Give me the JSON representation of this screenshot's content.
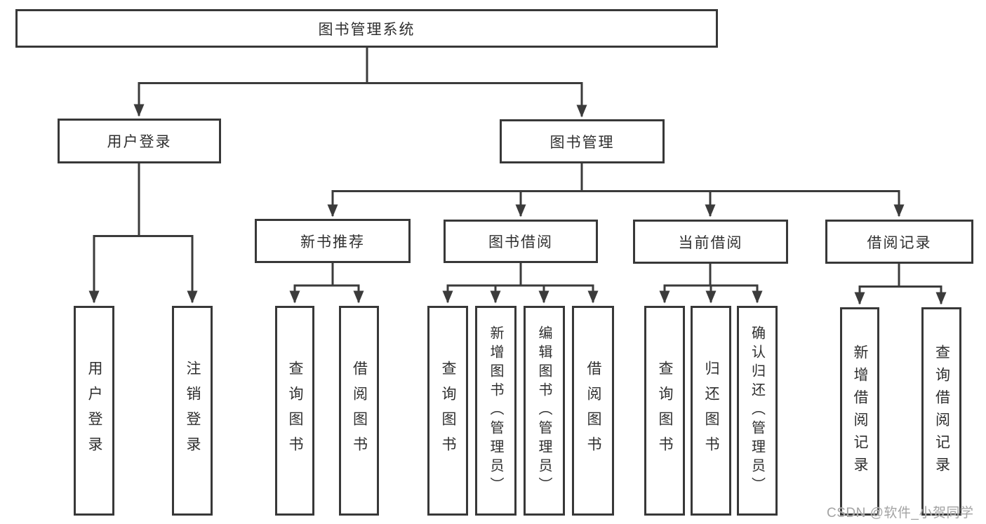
{
  "palette": {
    "line_color": "#3b3b3b",
    "box_border_color": "#383838",
    "text_color": "#2f2f2f",
    "watermark_color": "#a3a3a3",
    "background": "#ffffff"
  },
  "diagram": {
    "root": {
      "label": "图书管理系统"
    },
    "branches": [
      {
        "label": "用户登录",
        "children": [
          {
            "label": "用户登录"
          },
          {
            "label": "注销登录"
          }
        ]
      },
      {
        "label": "图书管理",
        "groups": [
          {
            "label": "新书推荐",
            "children": [
              {
                "label": "查询图书"
              },
              {
                "label": "借阅图书"
              }
            ]
          },
          {
            "label": "图书借阅",
            "children": [
              {
                "label": "查询图书"
              },
              {
                "label": "新增图书（管理员）"
              },
              {
                "label": "编辑图书（管理员）"
              },
              {
                "label": "借阅图书"
              }
            ]
          },
          {
            "label": "当前借阅",
            "children": [
              {
                "label": "查询图书"
              },
              {
                "label": "归还图书"
              },
              {
                "label": "确认归还（管理员）"
              }
            ]
          },
          {
            "label": "借阅记录",
            "children": [
              {
                "label": "新增借阅记录"
              },
              {
                "label": "查询借阅记录"
              }
            ]
          }
        ]
      }
    ]
  },
  "watermark": {
    "text": "CSDN @软件_小贺同学"
  }
}
